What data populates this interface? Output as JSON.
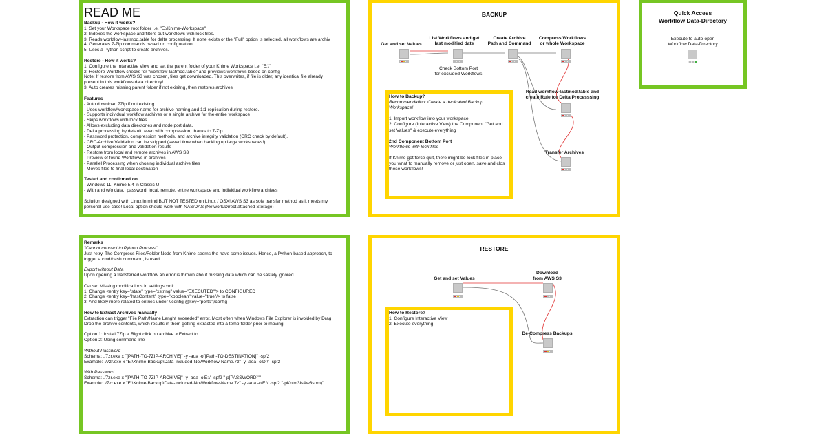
{
  "readme": {
    "title": "READ ME",
    "lines": [
      {
        "t": "Backup - How it works?",
        "b": true
      },
      {
        "t": "1. Set your Workspace root folder i.e. \"E:/Knime-Workspace\""
      },
      {
        "t": "2. Indexes the workspace and filters out workflows with lock files."
      },
      {
        "t": "3. Reads workflow-lastmod.table for delta processing. If none exists or the \"Full\" option is selected, all workflows are archiv"
      },
      {
        "t": "4. Generates 7-Zip commands based on configuration."
      },
      {
        "t": "5. Uses a Python script to create archives."
      },
      {
        "t": ""
      },
      {
        "t": "Restore - How it works?",
        "b": true
      },
      {
        "t": "1. Configure the Interactive View and set the parent folder of your Knime Workspace i.e. \"E:\\\""
      },
      {
        "t": "2. Restore-Workflow checks for \"workflow-lastmod.table\" and previews workflows based on config"
      },
      {
        "t": "Note: If restore from AWS S3 was chosen, files get downloaded. This overwrites, if file is older, any identical file already"
      },
      {
        "t": "present in this workflows data directory!"
      },
      {
        "t": "3. Auto creates missing parent folder if not exisitng, then restores archives"
      },
      {
        "t": ""
      },
      {
        "t": "Features",
        "b": true
      },
      {
        "t": "- Auto download 7Zip if not existing"
      },
      {
        "t": "- Uses workflow/workspace name for archive naming and 1:1 replication during restore."
      },
      {
        "t": "- Supports individual workflow archives or a single archive for the entire workspace"
      },
      {
        "t": "- Skips workflows with lock files"
      },
      {
        "t": "- Allows excluding data directories and node port data."
      },
      {
        "t": "- Delta processing by default, even with compression, thanks to 7-Zip."
      },
      {
        "t": "- Password protection, compression methods, and archive integrity validation (CRC check by default)."
      },
      {
        "t": "- CRC-Archive Validation can be skipped (saved time when backing up large workspaces!)"
      },
      {
        "t": "- Output compression and validation results"
      },
      {
        "t": "- Restore from local and remote archives in AWS S3"
      },
      {
        "t": "- Preview of found Workflows in archives"
      },
      {
        "t": "- Parallel Processing when chosing individual archive files"
      },
      {
        "t": "- Moves files to final local destination"
      },
      {
        "t": ""
      },
      {
        "t": "Tested and confirmed on",
        "b": true
      },
      {
        "t": "- Windows 11, Knime 5.4 in Classic UI"
      },
      {
        "t": "- With and w/o data,  password, local, remote, entire workspace and individual workflow archives"
      },
      {
        "t": ""
      },
      {
        "t": "Solution designed with Linux in mind BUT NOT TESTED on Linux / OSX! AWS S3 as sole transfer method as it meets my"
      },
      {
        "t": "personal use case! Local option should work with NAS/DAS (Network/Direct attached Storage)"
      }
    ]
  },
  "remarks": {
    "lines": [
      {
        "t": "Remarks",
        "b": true
      },
      {
        "t": "\"Cannot connect to Python Process\"",
        "i": true
      },
      {
        "t": "Just retry. The Compress Files/Folder Node from Knime seems the have some issues. Hence, a Python-based approach, to"
      },
      {
        "t": "trigger a cmd/bash command, is used."
      },
      {
        "t": ""
      },
      {
        "t": "Export without Data",
        "i": true
      },
      {
        "t": "Upon opening a transferred workflow an error is thrown about missing data which can be sasfely ignored"
      },
      {
        "t": ""
      },
      {
        "t": "Cause: Missing modifications in settings.xml:"
      },
      {
        "t": "1. Change <entry key=\"state\" type=\"xstring\" value=\"EXECUTED\"/> to CONFIGURED"
      },
      {
        "t": "2. Change <entry key=\"hasContent\" type=\"xboolean\" value=\"true\"/> to false"
      },
      {
        "t": "3. And likely more related to entries under //config[@key=\"ports\"]/config"
      },
      {
        "t": ""
      },
      {
        "t": "How to Extract Archives manually",
        "b": true
      },
      {
        "t": "Extraction can trigger \"File Path/Name Lenght exceeded\" error. Most often when Windows File Explorer is involded by Drag"
      },
      {
        "t": "Drop the archive contents, which results in them getting extracted into a temp-folder prior to moving."
      },
      {
        "t": ""
      },
      {
        "t": "Option 1: Install 7Zip > Right click on archive > Extract to"
      },
      {
        "t": "Option 2: Using command line"
      },
      {
        "t": ""
      },
      {
        "t": "Without Password",
        "i": true
      },
      {
        "t": "Schema: ./7zr.exe x \"[PATH-TO-7ZIP-ARCHIVE]\" -y -aoa -o\"[Path-TO-DESTINATION]\" -spf2"
      },
      {
        "t": "Example: ./7zr.exe x \"E:\\Knime-Backup\\Data-Included-No\\Workflow-Name.7z\" -y -aoa -o'D:\\' -spf2"
      },
      {
        "t": ""
      },
      {
        "t": "With Password",
        "i": true
      },
      {
        "t": "Schema: ./7zr.exe x \"[PATH-TO-7ZIP-ARCHIVE]\" -y -aoa -o'E:\\' -spf2 \"-p[PASSWORD]\"\""
      },
      {
        "t": "Example: ./7zr.exe x \"E:\\Knime-Backup\\Data-Included-No\\Workflow-Name.7z\" -y -aoa -o'E:\\' -spf2 \"-pKnim3IsAw3som)\""
      }
    ]
  },
  "backup": {
    "title": "BACKUP",
    "nodes": [
      {
        "label": "Get and set Values"
      },
      {
        "label": "List Workflows and get\nlast modified date",
        "sub": "Check Bottom Port\nfor excluded Workflows"
      },
      {
        "label": "Create Archive\nPath and Command"
      },
      {
        "label": "Compress Workflows\nor whole Workspace"
      },
      {
        "label": "Read workflow-lastmod.table and\ncreate Rule for Delta Processsing"
      },
      {
        "label": "Transfer Archives"
      }
    ],
    "howto": {
      "title": "How to Backup?",
      "lines": [
        {
          "t": "Recommendation: Create a dedicated Backup",
          "i": true
        },
        {
          "t": "Workspace!",
          "i": true
        },
        {
          "t": ""
        },
        {
          "t": "1. Import workflow into your workspace"
        },
        {
          "t": "2. Configure (Interactive View) the Component \"Get and"
        },
        {
          "t": "set Values\" & execute everything"
        },
        {
          "t": ""
        },
        {
          "t": "2nd Component Bottom Port",
          "b": true
        },
        {
          "t": "Workflows with lock files",
          "i": true
        },
        {
          "t": ""
        },
        {
          "t": "If Knime got force quit, there might be lock files in place"
        },
        {
          "t": "you wnat to manually remove or just open, save and clos"
        },
        {
          "t": "these workflows!"
        }
      ]
    }
  },
  "quick_access": {
    "title": "Quick Access\nWorkflow Data-Directory",
    "node_label": "Execute to auto-open\nWorkflow Data-Directory"
  },
  "restore": {
    "title": "RESTORE",
    "nodes": [
      {
        "label": "Get and set Values"
      },
      {
        "label": "Download\nfrom AWS S3"
      },
      {
        "label": "De-Compress Backups"
      }
    ],
    "howto": {
      "title": "How to Restore?",
      "lines": [
        {
          "t": "1. Configure Interactive View"
        },
        {
          "t": "2. Execute everything"
        }
      ]
    }
  },
  "colors": {
    "green": "#76c623",
    "yellow": "#ffd500",
    "node": "#c9c9c9",
    "link": "#777777",
    "link_red": "#e03030"
  }
}
